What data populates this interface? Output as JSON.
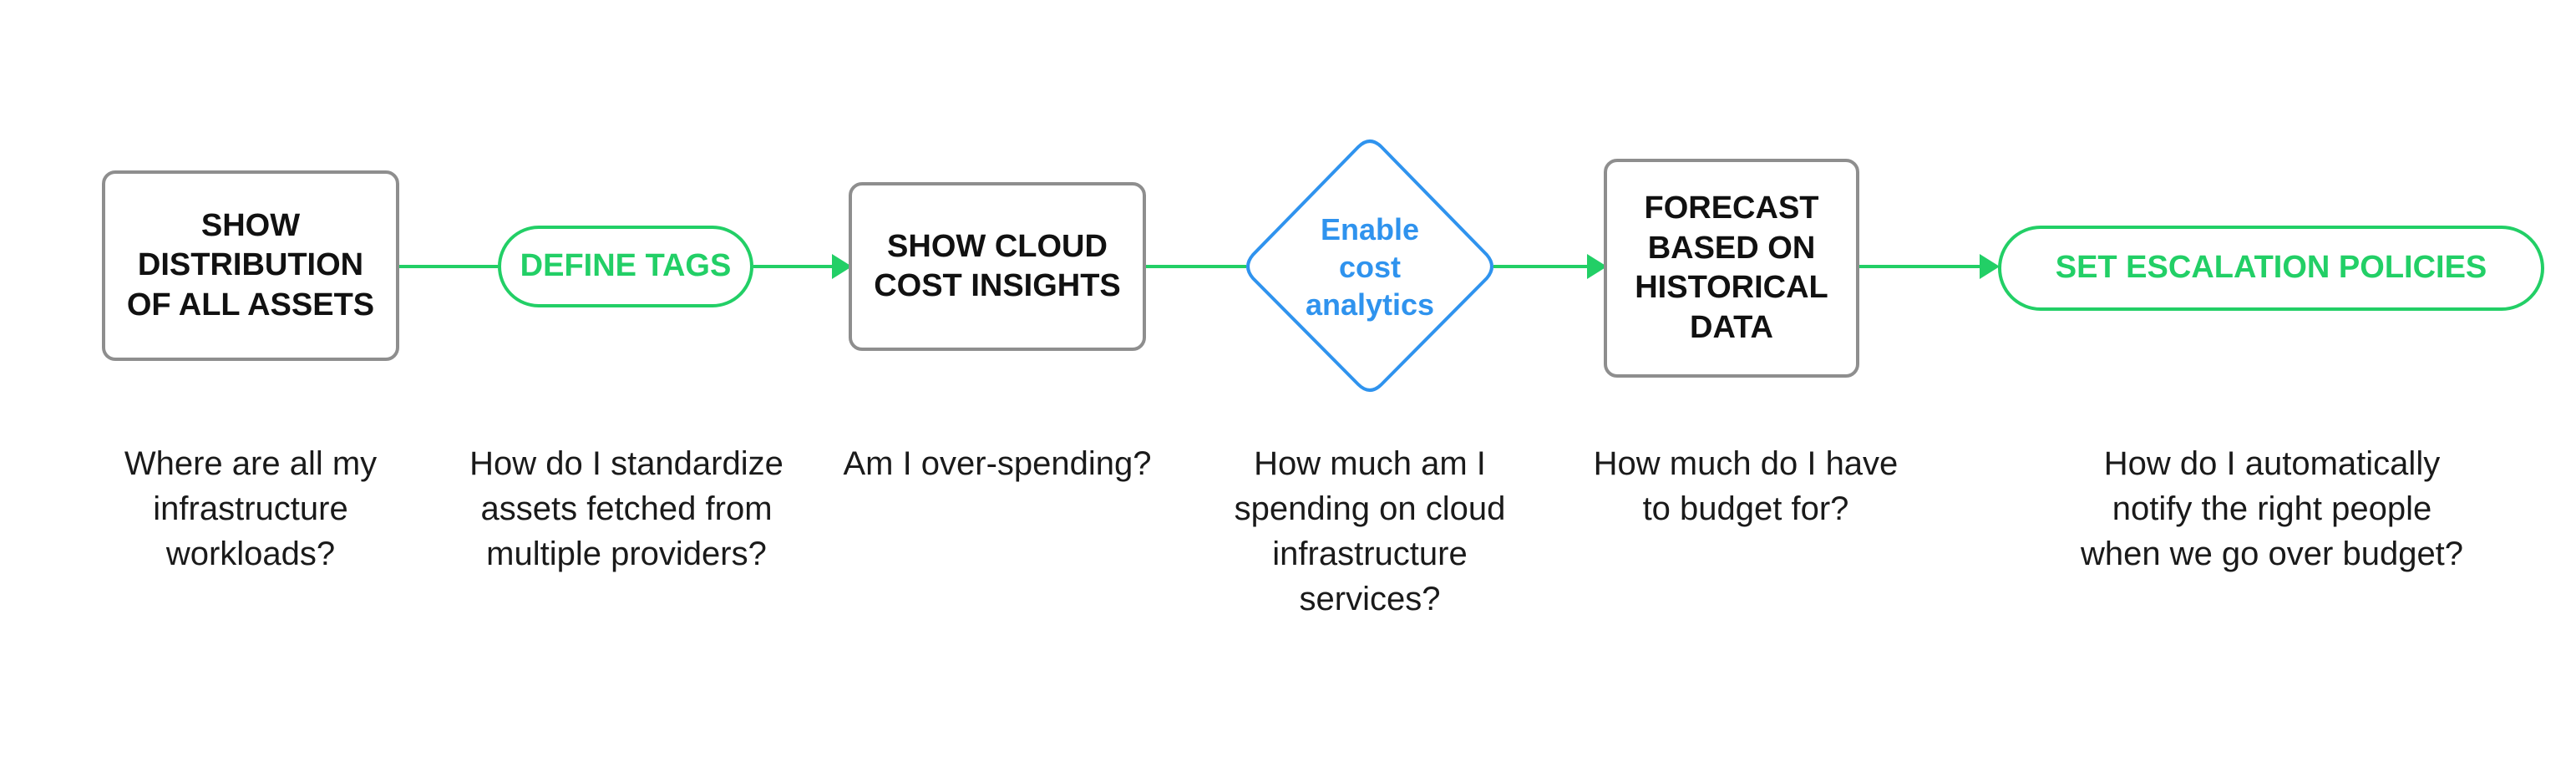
{
  "colors": {
    "box_border": "#8e8e8e",
    "box_text": "#111111",
    "green": "#22cf66",
    "blue": "#2f93ee",
    "caption_text": "#1a1a1a"
  },
  "steps": [
    {
      "label": "SHOW\nDISTRIBUTION\nOF ALL ASSETS",
      "shape": "box",
      "question": "Where are all my\ninfrastructure\nworkloads?"
    },
    {
      "label": "DEFINE TAGS",
      "shape": "pill",
      "question": "How do I standardize\nassets fetched from\nmultiple providers?"
    },
    {
      "label": "SHOW CLOUD\nCOST INSIGHTS",
      "shape": "box",
      "question": "Am I over-spending?"
    },
    {
      "label": "Enable\ncost\nanalytics",
      "shape": "diamond",
      "question": "How much am I\nspending on cloud\ninfrastructure\nservices?"
    },
    {
      "label": "FORECAST\nBASED ON\nHISTORICAL\nDATA",
      "shape": "box",
      "question": "How much do I have\nto budget for?"
    },
    {
      "label": "SET ESCALATION POLICIES",
      "shape": "pill",
      "question": "How do I automatically\nnotify the right people\nwhen we go over budget?"
    }
  ]
}
